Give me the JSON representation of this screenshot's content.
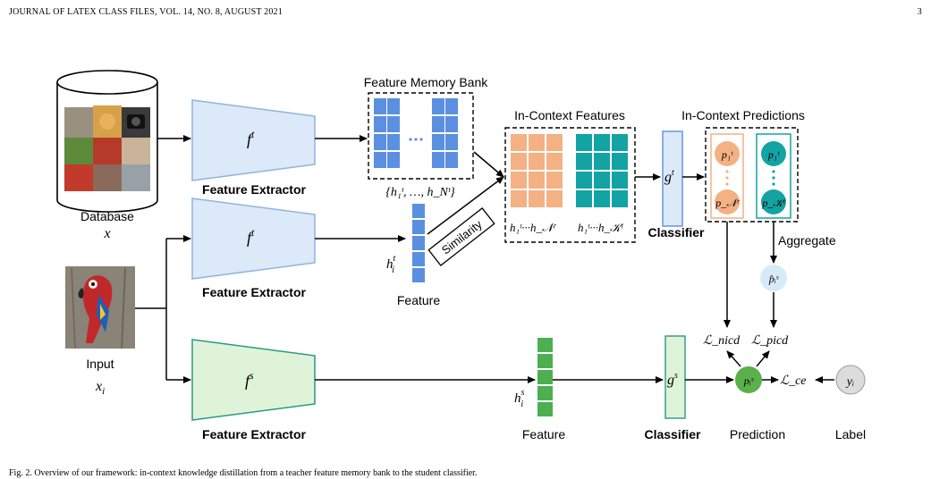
{
  "header": {
    "journal": "JOURNAL OF LATEX CLASS FILES, VOL. 14, NO. 8, AUGUST 2021",
    "page": "3"
  },
  "figure": {
    "database_label": "Database",
    "database_var": "x",
    "input_label": "Input",
    "input_var": "x",
    "input_var_sub": "i",
    "fe_teacher_1_symbol": "f",
    "fe_teacher_1_sup": "t",
    "fe_teacher_2_symbol": "f",
    "fe_teacher_2_sup": "t",
    "fe_student_symbol": "f",
    "fe_student_sup": "s",
    "feature_extractor_label_1": "Feature Extractor",
    "feature_extractor_label_2": "Feature Extractor",
    "feature_extractor_label_3": "Feature Extractor",
    "memory_bank_label": "Feature Memory Bank",
    "memory_set": "{h₁ᵗ, …, h_Nᵗ}",
    "teacher_feature_var": "h",
    "teacher_feature_sub": "i",
    "teacher_feature_sup": "t",
    "feature_label_1": "Feature",
    "similarity_label": "Similarity",
    "in_context_features_label": "In-Context Features",
    "icf_left_label": "h₁ᵗ···h_𝒩ᵗ",
    "icf_right_label": "h₁ᵗ···h_𝒦ᵗ",
    "classifier_teacher_symbol": "g",
    "classifier_teacher_sup": "t",
    "classifier_label_1": "Classifier",
    "in_context_predictions_label": "In-Context Predictions",
    "pred_top_left": "p₁ᵗ",
    "pred_bottom_left": "p_𝒩ᵗ",
    "pred_top_right": "p₁ᵗ",
    "pred_bottom_right": "p_𝒦ᵗ",
    "aggregate_label": "Aggregate",
    "aggregated_pred": "p̂ᵢˢ",
    "loss_nicd": "ℒ_nicd",
    "loss_picd": "ℒ_picd",
    "student_feature_var": "h",
    "student_feature_sub": "i",
    "student_feature_sup": "s",
    "feature_label_2": "Feature",
    "classifier_student_symbol": "g",
    "classifier_student_sup": "s",
    "classifier_label_2": "Classifier",
    "student_pred": "pᵢˢ",
    "loss_ce": "ℒ_ce",
    "label_var": "yᵢ",
    "prediction_label": "Prediction",
    "label_label": "Label"
  },
  "colors": {
    "teacher_extractor_fill": "#dce9f8",
    "teacher_extractor_stroke": "#8fb3de",
    "student_extractor_fill": "#dff3d9",
    "student_extractor_stroke": "#2a9a83",
    "memory_cell": "#5b8fe0",
    "neg_cell": "#f4b183",
    "pos_cell": "#14a3a3",
    "student_feature_cell": "#4caf50",
    "student_pred_circle": "#5ab04a",
    "agg_circle": "#d6ebf7",
    "label_circle": "#dcdcdc"
  },
  "caption": "Fig. 2. Overview of our framework: in-context knowledge distillation from a teacher feature memory bank to the student classifier."
}
